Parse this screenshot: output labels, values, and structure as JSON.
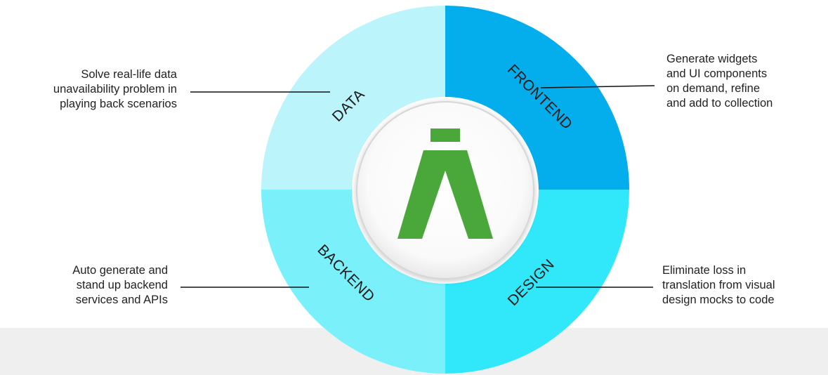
{
  "segments": {
    "data": {
      "label": "DATA",
      "color": "#bcf4fb",
      "description": [
        "Solve real-life data",
        "unavailability problem in",
        "playing back scenarios"
      ]
    },
    "frontend": {
      "label": "FRONTEND",
      "color": "#04adec",
      "description": [
        "Generate widgets",
        "and UI components",
        "on demand, refine",
        "and add to collection"
      ]
    },
    "backend": {
      "label": "BACKEND",
      "color": "#7af0fb",
      "description": [
        "Auto generate and",
        "stand up backend",
        "services and APIs"
      ]
    },
    "design": {
      "label": "DESIGN",
      "color": "#31e8fb",
      "description": [
        "Eliminate loss in",
        "translation from visual",
        "design mocks to code"
      ]
    }
  },
  "center_logo": {
    "icon": "lambda-logo-icon",
    "color": "#4aa83b"
  }
}
